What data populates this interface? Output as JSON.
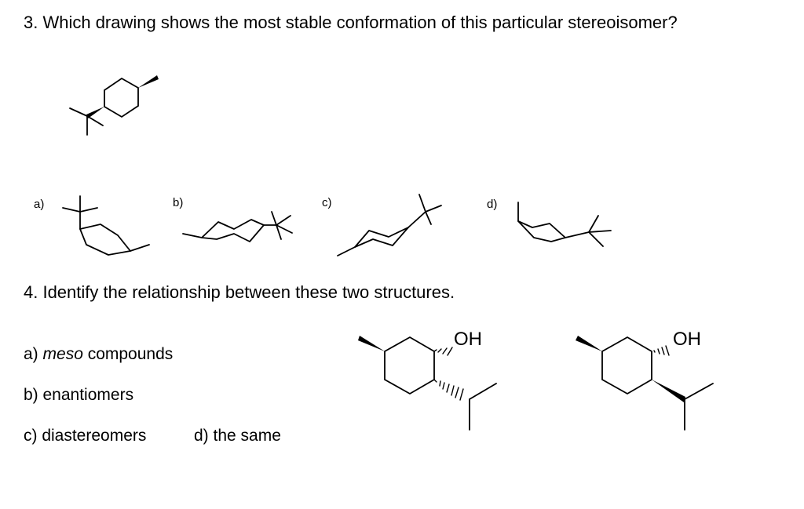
{
  "q3": {
    "text": "3. Which drawing shows the most stable conformation of this particular stereoisomer?",
    "options": {
      "a": "a)",
      "b": "b)",
      "c": "c)",
      "d": "d)"
    }
  },
  "q4": {
    "text": "4. Identify the relationship between these two structures.",
    "answers": {
      "a_prefix": "a) ",
      "a_italic": "meso",
      "a_suffix": " compounds",
      "b": "b) enantiomers",
      "c": "c) diastereomers",
      "d": "d) the same"
    },
    "oh_label": "OH"
  }
}
